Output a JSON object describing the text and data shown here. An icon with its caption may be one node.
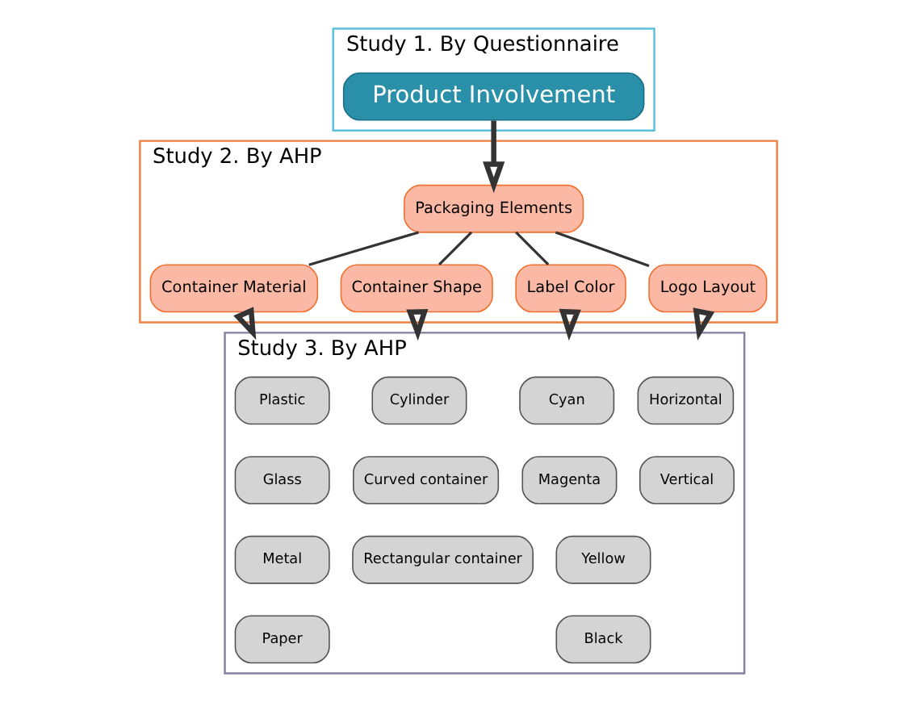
{
  "diagram": {
    "nodes": [
      {
        "text": [
          "Study 1. By Questionnaire"
        ]
      },
      {
        "text": [
          "Product Involvement"
        ],
        "in": 0
      },
      {
        "text": [
          "Study 2. By AHP"
        ]
      },
      {
        "text": [
          "Packaging Elements"
        ],
        "in": 2
      },
      {
        "text": [
          "Container Material"
        ],
        "in": 2
      },
      {
        "text": [
          "Container Shape"
        ],
        "in": 2
      },
      {
        "text": [
          "Label Color"
        ],
        "in": 2
      },
      {
        "text": [
          "Logo Layout"
        ],
        "in": 2
      },
      {
        "text": [
          "Study 3. By AHP"
        ]
      },
      {
        "text": [
          "Plastic"
        ],
        "in": 8
      },
      {
        "text": [
          "Glass"
        ],
        "in": 8
      },
      {
        "text": [
          "Metal"
        ],
        "in": 8
      },
      {
        "text": [
          "Paper"
        ],
        "in": 8
      },
      {
        "text": [
          "Cylinder"
        ],
        "in": 8
      },
      {
        "text": [
          "Curved container"
        ],
        "in": 8
      },
      {
        "text": [
          "Rectangular container"
        ],
        "in": 8
      },
      {
        "text": [
          "Cyan"
        ],
        "in": 8
      },
      {
        "text": [
          "Magenta"
        ],
        "in": 8
      },
      {
        "text": [
          "Yellow"
        ],
        "in": 8
      },
      {
        "text": [
          "Black"
        ],
        "in": 8
      },
      {
        "text": [
          "Horizontal"
        ],
        "in": 8
      },
      {
        "text": [
          "Vertical"
        ],
        "in": 8
      }
    ],
    "edges": [
      {
        "from": 1,
        "to": 3,
        "arrow": "to",
        "style": "thick"
      },
      {
        "from": 3,
        "to": 4,
        "arrow": "none"
      },
      {
        "from": 3,
        "to": 5,
        "arrow": "none"
      },
      {
        "from": 3,
        "to": 6,
        "arrow": "none"
      },
      {
        "from": 3,
        "to": 7,
        "arrow": "none"
      },
      {
        "from": 4,
        "to": 8,
        "arrow": "to",
        "style": "thick"
      },
      {
        "from": 5,
        "to": 8,
        "arrow": "to",
        "style": "thick"
      },
      {
        "from": 6,
        "to": 8,
        "arrow": "to",
        "style": "thick"
      },
      {
        "from": 7,
        "to": 8,
        "arrow": "to",
        "style": "thick"
      }
    ]
  }
}
